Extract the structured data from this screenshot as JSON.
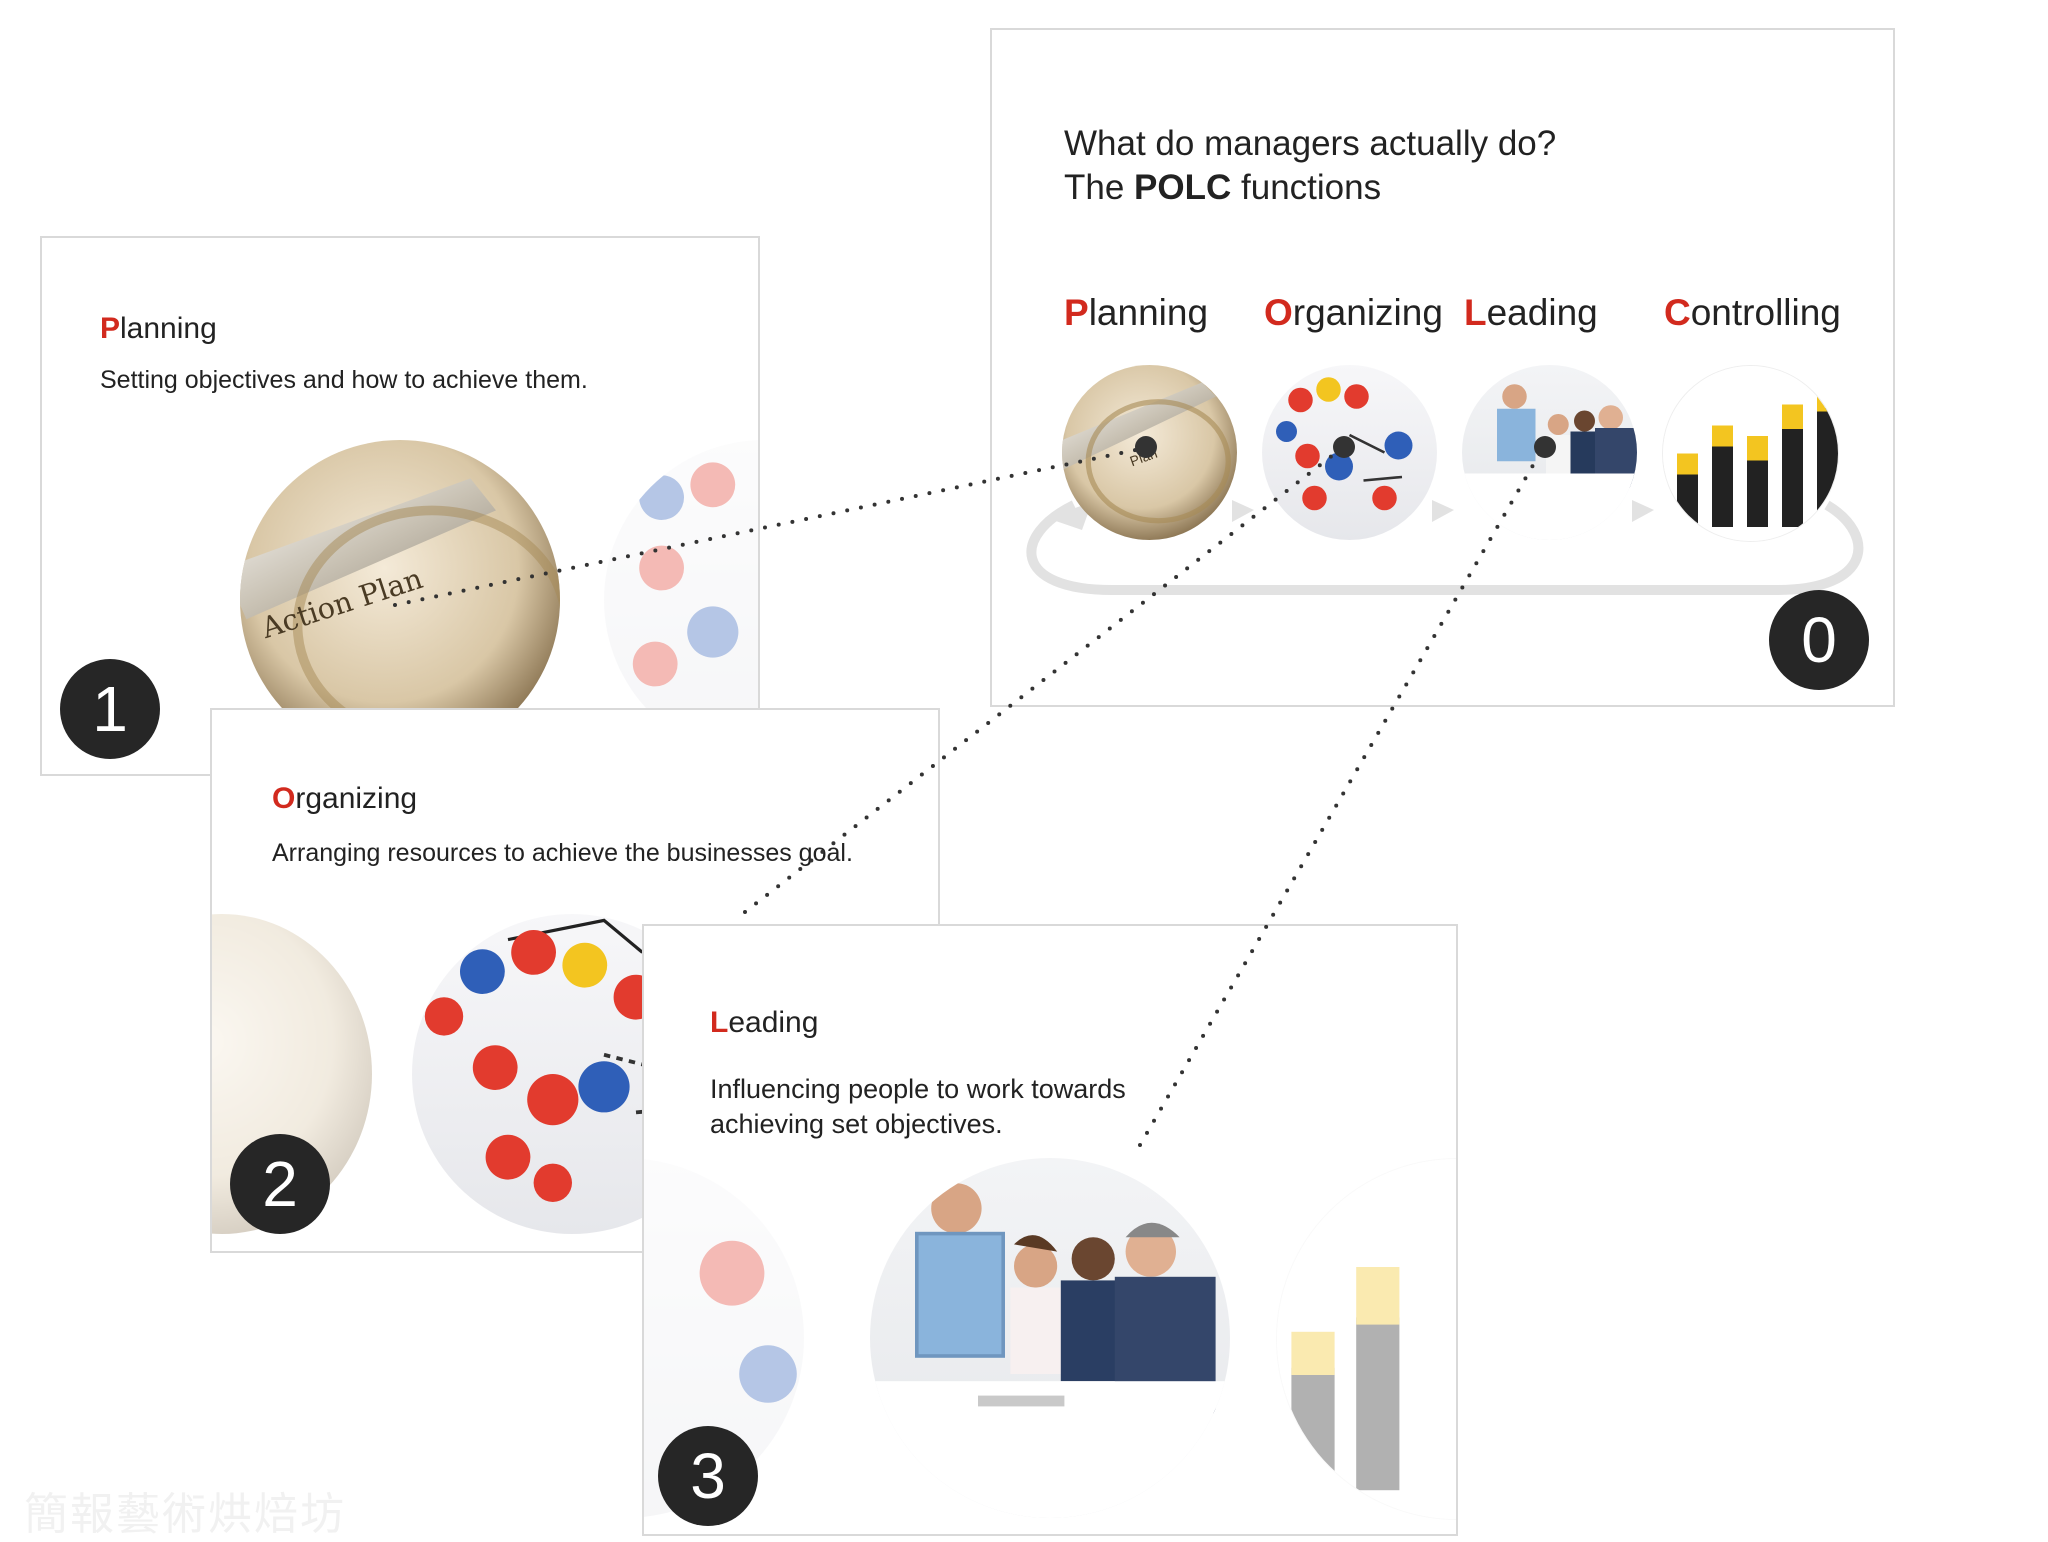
{
  "overview": {
    "title_line1": "What do managers actually do?",
    "title_prefix": "The ",
    "title_bold": "POLC",
    "title_suffix": " functions",
    "badge": "0",
    "functions": [
      {
        "initial": "P",
        "rest": "lanning"
      },
      {
        "initial": "O",
        "rest": "rganizing"
      },
      {
        "initial": "L",
        "rest": "eading"
      },
      {
        "initial": "C",
        "rest": "ontrolling"
      }
    ]
  },
  "slides": [
    {
      "initial": "P",
      "rest": "lanning",
      "description": "Setting objectives and how to achieve them.",
      "badge": "1"
    },
    {
      "initial": "O",
      "rest": "rganizing",
      "description": "Arranging resources to achieve the businesses goal.",
      "badge": "2"
    },
    {
      "initial": "L",
      "rest": "eading",
      "description_line1": "Influencing people to work towards",
      "description_line2": "achieving set objectives.",
      "badge": "3"
    }
  ],
  "image_labels": {
    "action_plan": "Action Plan"
  },
  "watermark": "簡報藝術烘焙坊",
  "colors": {
    "accent_red": "#d22a1e",
    "badge_dark": "#262626",
    "border_gray": "#d9d9d9",
    "cycle_arrow": "#e2e2e2"
  }
}
